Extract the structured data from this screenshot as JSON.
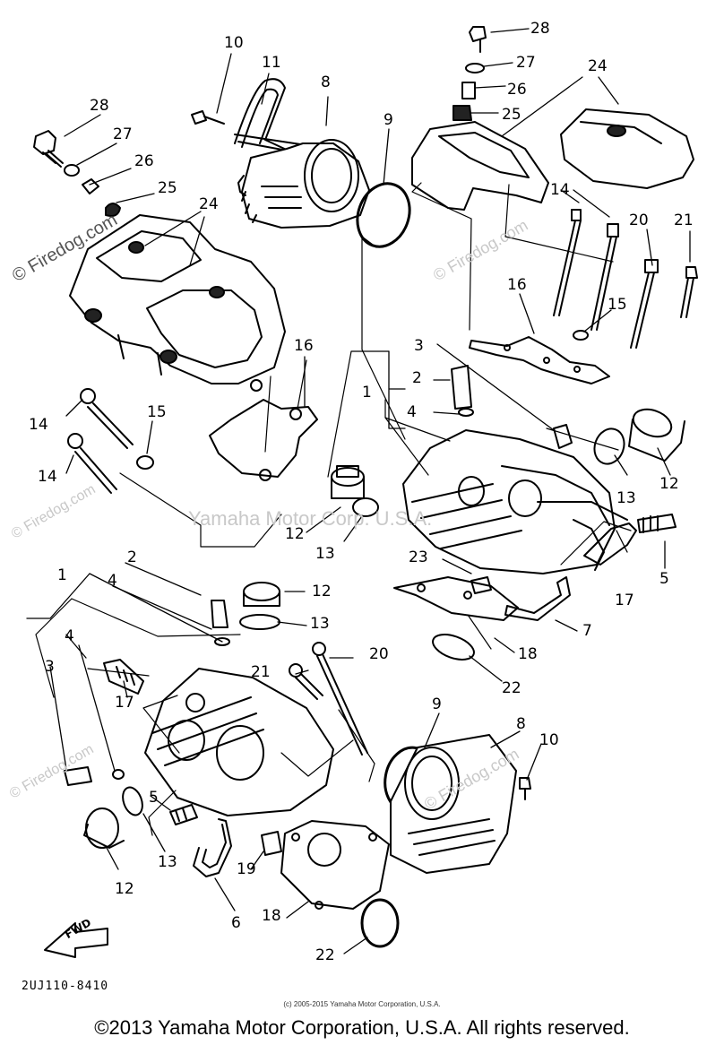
{
  "watermarks": {
    "firedog": "© Firedog.com",
    "yamaha": "Yamaha Motor Corp. U.S.A."
  },
  "callouts": [
    "1",
    "2",
    "3",
    "4",
    "5",
    "6",
    "7",
    "8",
    "9",
    "10",
    "11",
    "12",
    "13",
    "14",
    "15",
    "16",
    "17",
    "18",
    "19",
    "20",
    "21",
    "22",
    "23",
    "24",
    "25",
    "26",
    "27",
    "28"
  ],
  "labels": {
    "l28a": "28",
    "l27a": "27",
    "l26a": "26",
    "l25a": "25",
    "l24a": "24",
    "l10a": "10",
    "l11a": "11",
    "l8a": "8",
    "l9a": "9",
    "l28b": "28",
    "l27b": "27",
    "l26b": "26",
    "l25b": "25",
    "l24b": "24",
    "l14a": "14",
    "l20a": "20",
    "l21a": "21",
    "l16a": "16",
    "l15a": "15",
    "l3a": "3",
    "l2a": "2",
    "l1a": "1",
    "l4a": "4",
    "l16b": "16",
    "l14b": "14",
    "l15b": "15",
    "l14c": "14",
    "l12a": "12",
    "l13a": "13",
    "l12b": "12",
    "l13b": "13",
    "l5a": "5",
    "l17a": "17",
    "l23a": "23",
    "l7a": "7",
    "l18a": "18",
    "l22a": "22",
    "l2b": "2",
    "l1b": "1",
    "l4b": "4",
    "l12c": "12",
    "l13c": "13",
    "l4c": "4",
    "l3b": "3",
    "l21b": "21",
    "l20b": "20",
    "l17b": "17",
    "l9b": "9",
    "l8b": "8",
    "l10b": "10",
    "l5b": "5",
    "l13d": "13",
    "l12d": "12",
    "l19a": "19",
    "l6a": "6",
    "l18b": "18",
    "l22b": "22"
  },
  "fwd_label": "FWD",
  "drawing_code": "2UJ110-8410",
  "small_copyright": "(c) 2005-2015 Yamaha Motor Corporation, U.S.A.",
  "footer_copyright": "©2013 Yamaha Motor Corporation, U.S.A. All rights reserved."
}
